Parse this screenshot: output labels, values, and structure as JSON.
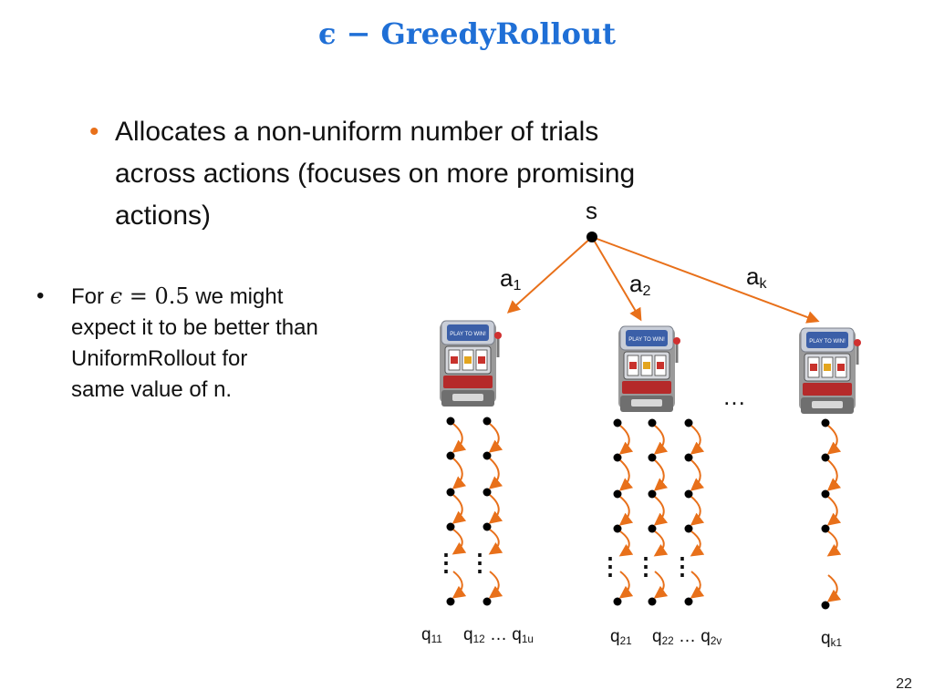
{
  "title": "ϵ − GreedyRollout",
  "main_bullet": {
    "lines": [
      "Allocates a non-uniform number of trials",
      "across actions (focuses on more promising",
      "actions)"
    ]
  },
  "side_bullet": {
    "prefix": "For ",
    "epsilon": "ϵ",
    "equals": " = 0.5",
    "line1_rest": " we might",
    "line2": "expect it to be better than",
    "line3": "UniformRollout for",
    "line4": "same value of n."
  },
  "tree": {
    "root_label": "s",
    "actions": [
      {
        "base": "a",
        "sub": "1"
      },
      {
        "base": "a",
        "sub": "2"
      },
      {
        "base": "a",
        "sub": "k"
      }
    ],
    "ellipsis": "…",
    "vdots": "⋮",
    "q_labels": [
      {
        "base": "q",
        "sub": "11"
      },
      {
        "base": "q",
        "sub": "12"
      },
      {
        "base": "q",
        "sub": "1u"
      },
      {
        "base": "q",
        "sub": "21"
      },
      {
        "base": "q",
        "sub": "22"
      },
      {
        "base": "q",
        "sub": "2v"
      },
      {
        "base": "q",
        "sub": "k1"
      }
    ]
  },
  "slot_machine_text": "PLAY TO WIN!",
  "page_number": "22",
  "colors": {
    "title": "#1f6fd6",
    "arrow": "#e8701a",
    "bullet": "#e8701a"
  }
}
